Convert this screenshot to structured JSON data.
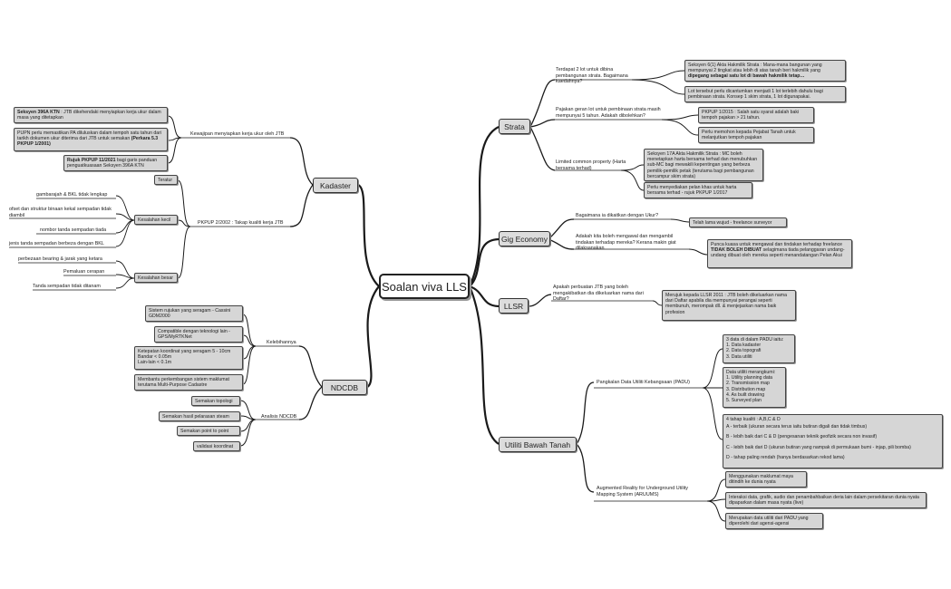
{
  "central": "Soalan viva LLS",
  "main": {
    "strata": "Strata",
    "gig": "Gig Economy",
    "llsr": "LLSR",
    "utiliti": "Utiliti Bawah Tanah",
    "kadaster": "Kadaster",
    "ndcdb": "NDCDB"
  },
  "strata": {
    "q1": "Terdapat 2 lot untuk dibina pembangunan strata. Bagaimana kaedahnya?",
    "q1a_bold": "Seksyen 6(1) Akta Hakmilik Strata : Mana-mana bangunan yang mempunyai 2 tingkat atau lebih di atas tanah beri hakmilik yang",
    "q1a_tail": "dipegang sebagai satu lot di bawah hakmilik tetap…",
    "q1b": "Lot tersebut perlu dicantumkan menjadi 1 lot terlebih dahulu bagi pembinaan strata. Konsep 1 skim strata, 1 lot digunapakai.",
    "q2": "Pajakan geran lot untuk pembinaan strata masih mempunyai 5 tahun. Adakah dibolehkan?",
    "q2a": "PKPUP 1/2015 : Salah satu syarat adalah baki tempoh pajakan > 21 tahun.",
    "q2b": "Perlu memohon kepada Pejabat Tanah untuk melanjutkan tempoh pajakan",
    "q3": "Limited common property (Harta bersama terhad)",
    "q3a": "Seksyen 17A Akta Hakmilik Strata : MC boleh menetapkan harta bersama terhad dan menubuhkan sub-MC bagi mewakili kepentingan yang berbeza pemilik-pemilik petak (terutama bagi pembangunan bercampur skim strata)",
    "q3b": "Perlu menyediakan pelan khas untuk harta bersama terhad - rujuk PKPUP 1/2017"
  },
  "gig": {
    "q1": "Bagaimana ia dikaitkan dengan Ukur?",
    "q1a": "Telah lama wujud - freelance surveyor",
    "q2": "Adakah kita boleh mengawal dan mengambil tindakan terhadap mereka? Kerana makin giat dilaksanakan",
    "q2a_pre": "Punca kuasa untuk mengawal dan tindakan terhadap freelance",
    "q2a_bold": "TIDAK BOLEH DIBUAT",
    "q2a_post": "selagimana tiada pelanggaran undang-undang dibuat oleh mereka seperti menandatangan Pelan Akui"
  },
  "llsr": {
    "q1": "Apakah perbuatan JTB yang boleh mengakibatkan dia dikeluarkan nama dari Daftar?",
    "q1a": "Merujuk kepada LLSR 2011 : JTB boleh dikeluarkan nama dari Daftar apabila dia mempunyai perangai seperti membunuh, merompak dll. & menjejaskan nama baik profesion"
  },
  "utiliti": {
    "padu": "Pangkalan Data Utiliti Kebangsaan (PADU)",
    "padu_a": [
      "3 data di dalam PADU iaitu:",
      "1. Data kadaster",
      "2. Data topografi",
      "3. Data utiliti"
    ],
    "padu_b": [
      "Data utiliti merangkumi:",
      "1. Utility planning data",
      "2. Transmission map",
      "3. Distribution map",
      "4. As built drawing",
      "5. Surveyed plan"
    ],
    "padu_c": [
      "4 tahap kualiti : A,B,C & D",
      "A - terbaik (ukuran secara terus iaitu butiran digali dan tidak timbus)",
      "B - lebih baik dari C & D (pengesanan teknik geofizik secara non invasif)",
      "C - lebih baik dari D (ukuran butiran yang nampak di permukaan bumi - injap, pili bomba)",
      "D - tahap paling rendah (hanya berdasarkan rekod lama)"
    ],
    "ar": "Augmented Reality for Underground Utility Mapping System (ARUUMS)",
    "ar_a": "Menggunakan maklumat maya ditindih ke dunia nyata",
    "ar_b": "Interaksi data, grafik, audio dan penambahbaikan deria lain dalam persekitaran dunia nyata dipaparkan dalam masa nyata (live)",
    "ar_c": "Merupakan data utiliti dari PADU yang diperolehi dari agensi-agensi"
  },
  "kadaster": {
    "b1": "Kewajipan menyiapkan kerja ukur oleh JTB",
    "b1a_bold": "Seksyen 396A KTN",
    "b1a_post": ": JTB dikehendaki menyiapkan kerja ukur dalam masa yang ditetapkan",
    "b1b_pre": "PUPN perlu memastikan PA diluluskan dalam tempoh satu tahun dari tarikh dokumen ukur diterima dari JTB untuk semakan",
    "b1b_bold": "(Perkara 5.3 PKPUP 1/2001)",
    "b1c_bold": "Rujuk PKPUP 11/2021",
    "b1c_post": "bagi garis panduan penguatkuasaan Seksyen 396A KTN",
    "b2": "PKPUP 2/2002 : Takap kualiti kerja JTB",
    "teratur": "Teratur",
    "kecil": "Kesalahan kecil",
    "kecil_items": [
      "gambarajah & BKL tidak lengkap",
      "ofset dan struktur binaan kekal sempadan tidak diambil",
      "nombor tanda sempadan tiada",
      "jenis tanda sempadan berbeza dengan BKL"
    ],
    "besar": "Kesalahan besar",
    "besar_items": [
      "perbezaan bearing & jarak yang ketara",
      "Pemaluan cerapan",
      "Tanda sempadan tidak ditanam"
    ]
  },
  "ndcdb": {
    "kelebihan": "Kelebihannya",
    "kel_items": [
      "Sistem rujukan yang seragam - Cassini GDM2000",
      "Compatible dengan teknologi lain - GPS/MyRTKNet",
      "Ketepatan koordinat yang seragam 5 - 10cm\nBandar < 0.05m\nLain-lain < 0.1m",
      "Membantu perkembangan sistem maklumat terutama Multi-Purpose Cadastre"
    ],
    "analisis": "Analisis NDCDB",
    "ana_items": [
      "Semakan topologi",
      "Semakan hasil pelarasan steam",
      "Semakan point to point",
      "validasi koordinat"
    ]
  }
}
